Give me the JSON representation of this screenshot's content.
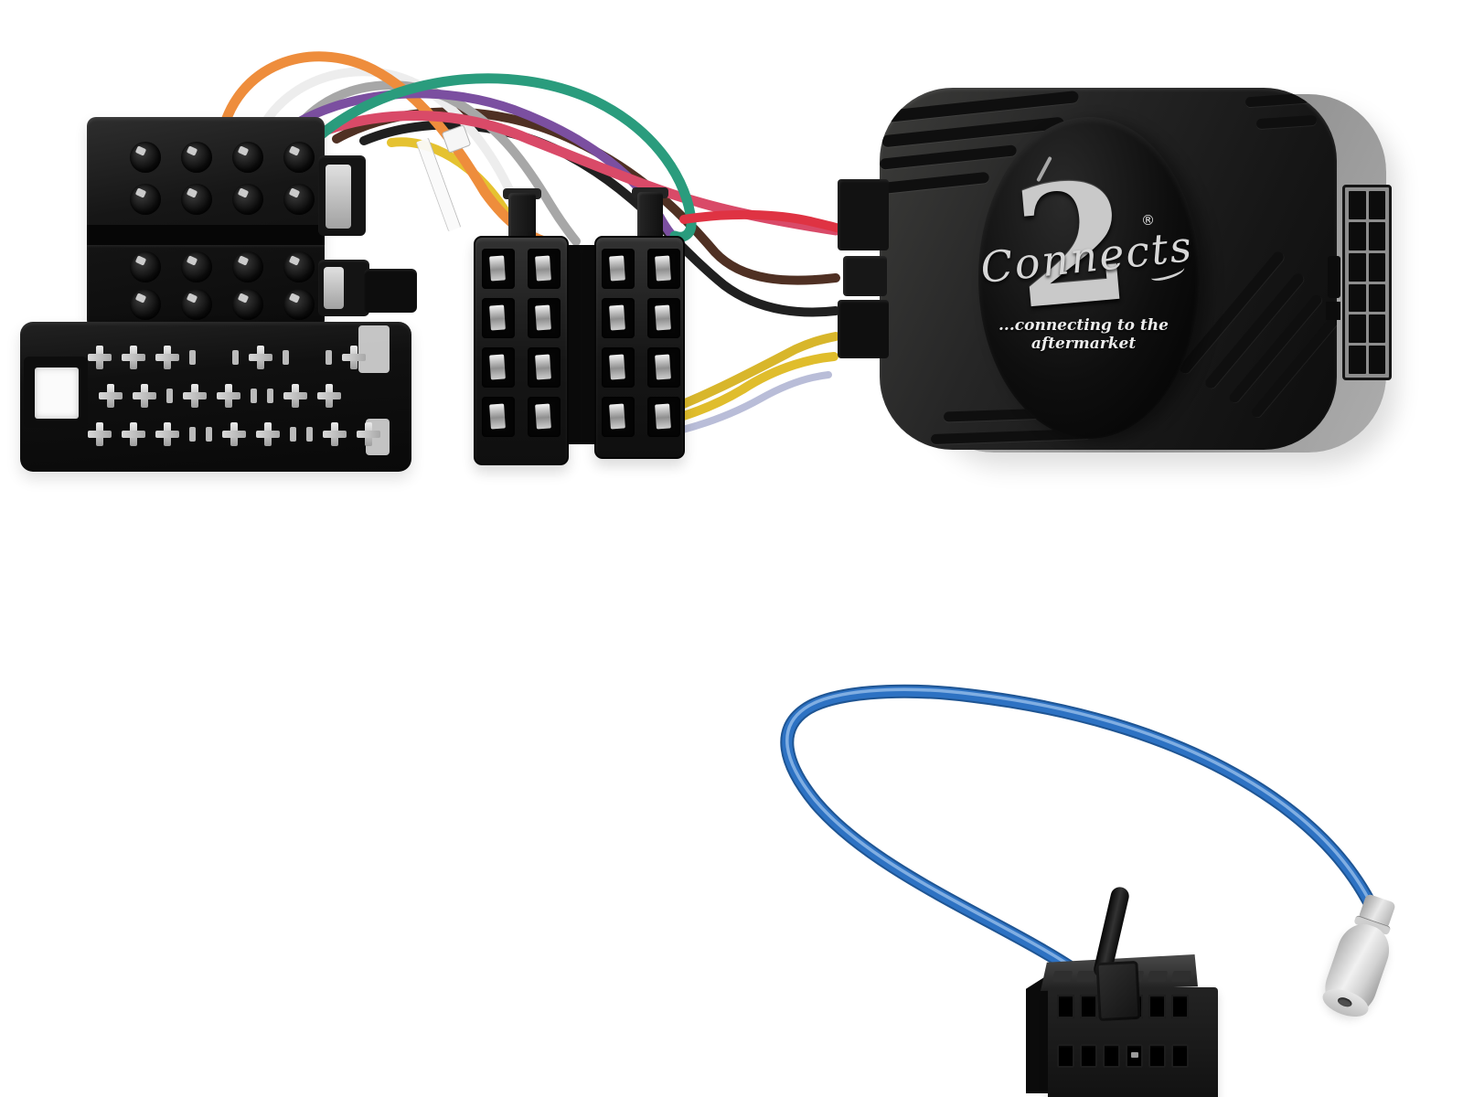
{
  "product": {
    "brand": "Connects2",
    "description": "Steering wheel control interface box with quadlock-to-ISO wiring harness and antenna adapter lead"
  },
  "interface_box": {
    "logo_script": "Connects",
    "logo_number": "2",
    "registered_mark": "®",
    "tagline": "...connecting to the aftermarket",
    "body_color": "#1f1f1f",
    "side_color": "#9e9e9e",
    "label_color": "#0a0a0a",
    "logo_color": "#d6d6d6",
    "side_socket_slots": 12
  },
  "harness": {
    "quadlock_round_pins": 16,
    "flat_connector_rows": 3,
    "iso_blocks": 2,
    "iso_pins_per_block": 8
  },
  "wire_colors": {
    "orange": "#ee8d3c",
    "white": "#ededed",
    "gray": "#a7a7a7",
    "teal": "#2a9c7d",
    "purple": "#7b4fa0",
    "crimson": "#d94a68",
    "red": "#df3343",
    "brown": "#4f3023",
    "black": "#202020",
    "yellowA": "#e5c230",
    "yellowB": "#d8b62b",
    "yellow2": "#e0bd2c",
    "lavender": "#b9bdd8"
  },
  "antenna_adapter": {
    "cable_color": "#2d72c3",
    "cable_outline": "#1f5593",
    "cable_sheen": "#8fb8e8",
    "plug_pin_count": 12,
    "din_connector_color": "#cfcfcf"
  }
}
